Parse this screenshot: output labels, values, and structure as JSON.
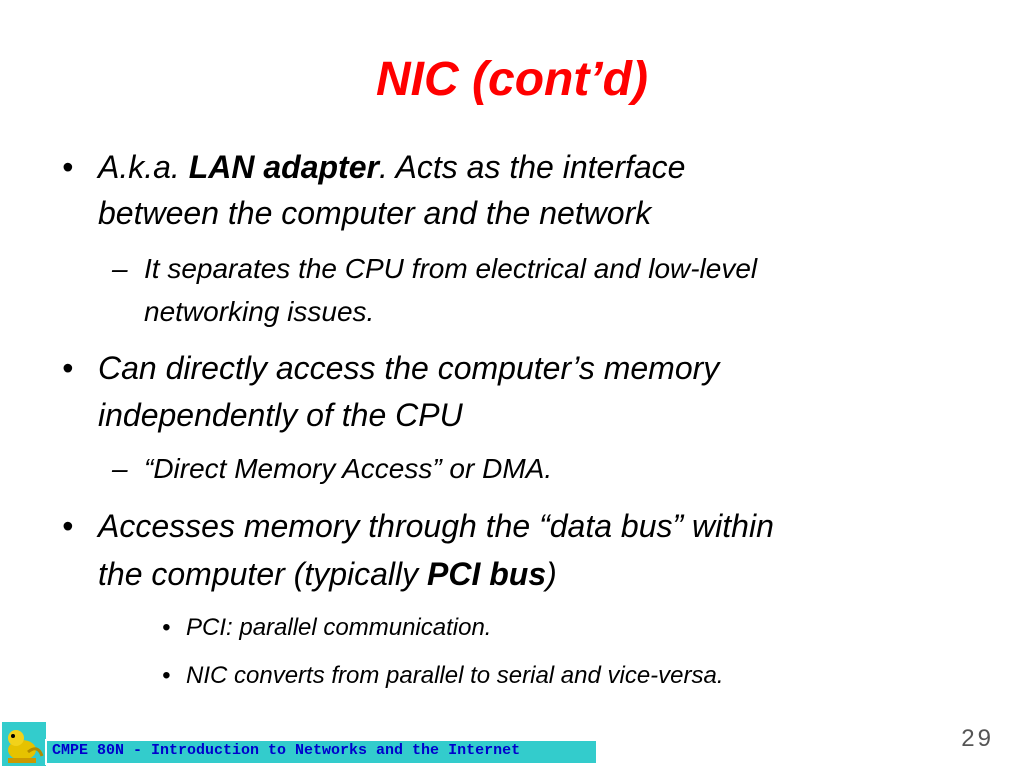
{
  "slide": {
    "title": "NIC (cont’d)",
    "bullet_char": "•",
    "dash_char": "–",
    "b1": {
      "pre": "A.k.a. ",
      "bold": "LAN adapter",
      "post": ". Acts as the interface",
      "line2": "between the computer and the network"
    },
    "b1_sub": {
      "line1": "It separates the CPU from electrical and low-level",
      "line2": "networking issues."
    },
    "b2": {
      "line1": "Can directly access the computer’s memory",
      "line2": "independently of the CPU"
    },
    "b2_sub": {
      "line1": "“Direct Memory Access” or DMA."
    },
    "b3": {
      "line1": "Accesses memory through the “data bus” within",
      "line2_pre": "the computer (typically ",
      "line2_bold": "PCI bus",
      "line2_post": ")"
    },
    "b3_subsub": [
      "PCI: parallel communication.",
      "NIC converts from parallel to serial and vice-versa."
    ]
  },
  "footer": {
    "course": "CMPE 80N - Introduction to Networks and the Internet",
    "page_number": "29"
  },
  "colors": {
    "title": "#ff0000",
    "footer_bar": "#33cccc",
    "footer_text": "#0000cc"
  }
}
